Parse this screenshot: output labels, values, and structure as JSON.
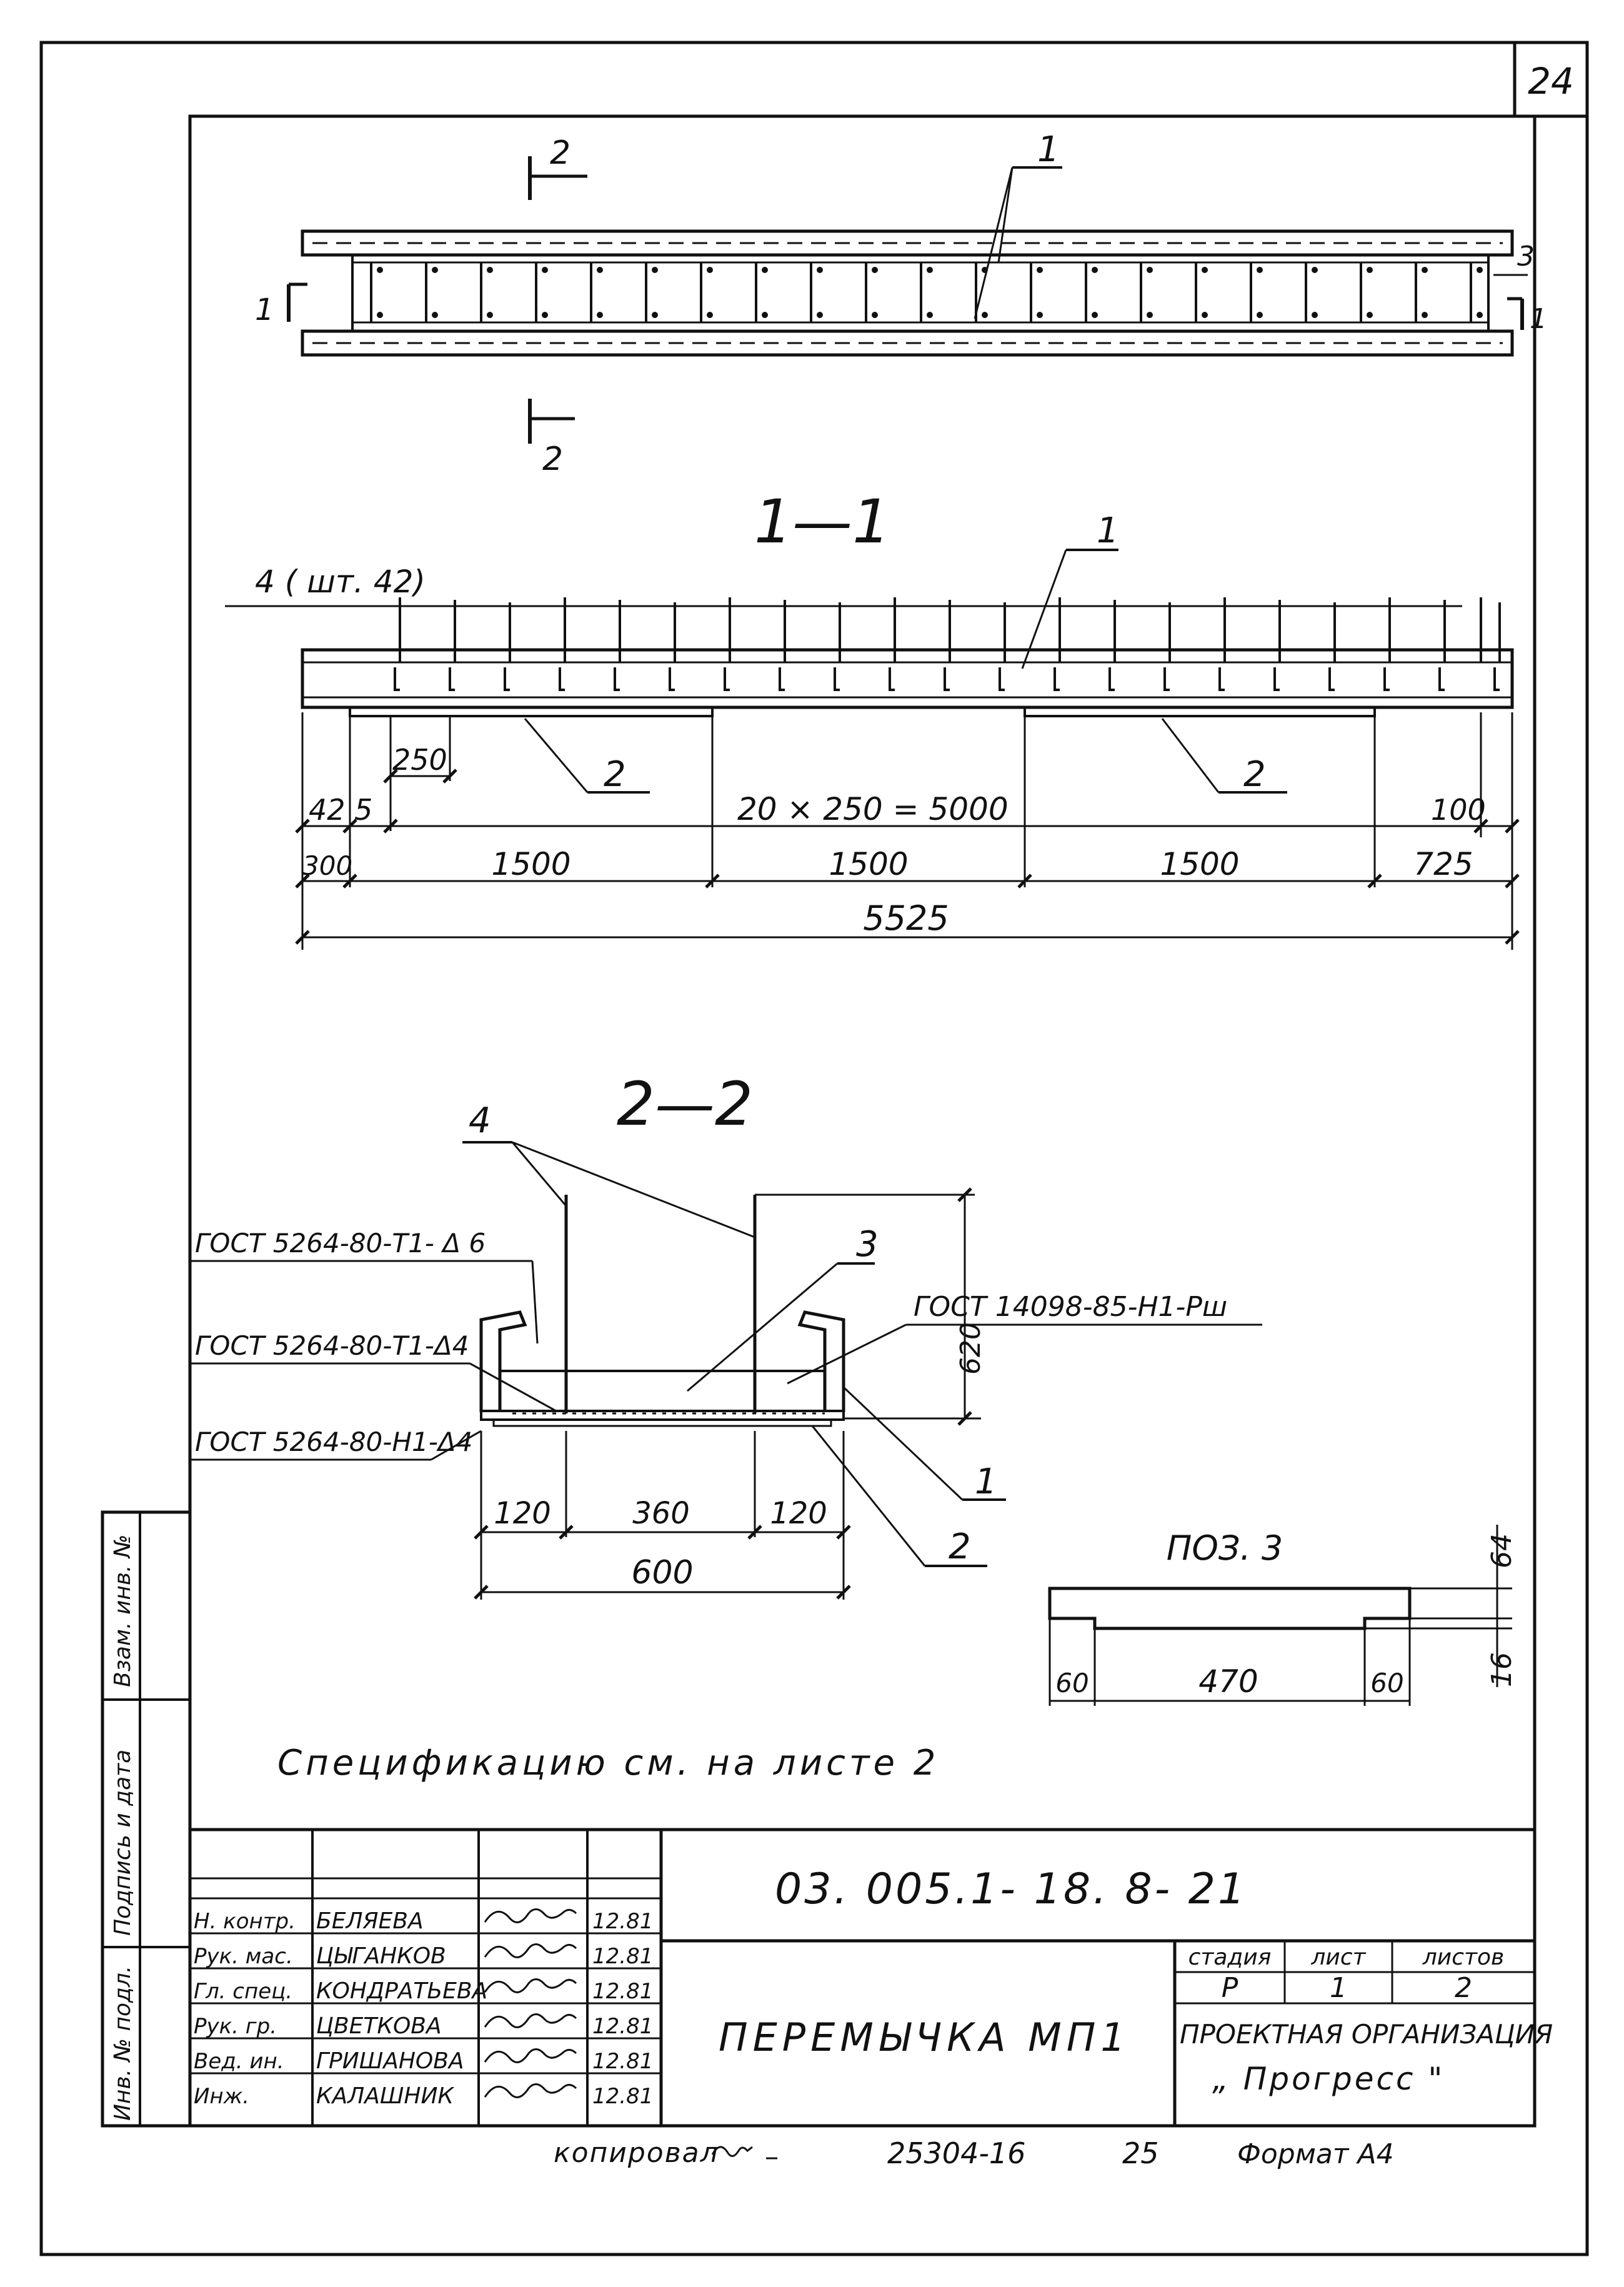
{
  "sheet_number": "24",
  "plan": {
    "callout_1": "1",
    "callout_3": "3",
    "section_mark_left": "1",
    "section_mark_right": "1",
    "section_mark_top": "2",
    "section_mark_bottom": "2"
  },
  "section_1_1": {
    "title": "1—1",
    "callout_4": "4 ( шт. 42)",
    "callout_1": "1",
    "callout_2_left": "2",
    "callout_2_right": "2",
    "dim_250": "250",
    "dim_425": "42 5",
    "dim_pitch": "20 × 250 = 5000",
    "dim_100": "100",
    "dim_300": "300",
    "dim_1500_a": "1500",
    "dim_1500_b": "1500",
    "dim_1500_c": "1500",
    "dim_725": "725",
    "dim_total": "5525"
  },
  "section_2_2": {
    "title": "2—2",
    "callout_4": "4",
    "callout_3": "3",
    "callout_1": "1",
    "callout_2": "2",
    "weld_1": "ГОСТ 5264-80-Т1- Δ 6",
    "weld_2": "ГОСТ 5264-80-Т1-Δ4",
    "weld_3": "ГОСТ 5264-80-Н1-Δ4",
    "weld_4": "ГОСТ 14098-85-Н1-Рш",
    "dim_620": "620",
    "dim_120_a": "120",
    "dim_360": "360",
    "dim_120_b": "120",
    "dim_600": "600"
  },
  "pos_3": {
    "title": "ПОЗ. 3",
    "dim_64": "64",
    "dim_16": "16",
    "dim_60_a": "60",
    "dim_470": "470",
    "dim_60_b": "60"
  },
  "spec_note": "Спецификацию см. на листе 2",
  "side_stamp": {
    "inv_no": "Инв. № подл.",
    "sign_date": "Подпись и дата",
    "vzam_inv": "Взам. инв. №"
  },
  "title_block": {
    "code": "03. 005.1- 18. 8- 21",
    "name": "ПЕРЕМЫЧКА МП1",
    "stage_label": "стадия",
    "sheet_label": "лист",
    "sheets_label": "листов",
    "stage": "Р",
    "sheet": "1",
    "sheets": "2",
    "org_line1": "ПРОЕКТНАЯ ОРГАНИЗАЦИЯ",
    "org_line2": "„ Прогресс \"",
    "rows": [
      {
        "role": "Н. контр.",
        "name": "БЕЛЯЕВА",
        "date": "12.81"
      },
      {
        "role": "Рук. мас.",
        "name": "ЦЫГАНКОВ",
        "date": "12.81"
      },
      {
        "role": "Гл. спец.",
        "name": "КОНДРАТЬЕВА",
        "date": "12.81"
      },
      {
        "role": "Рук. гр.",
        "name": "ЦВЕТКОВА",
        "date": "12.81"
      },
      {
        "role": "Вед. ин.",
        "name": "ГРИШАНОВА",
        "date": "12.81"
      },
      {
        "role": "Инж.",
        "name": "КАЛАШНИК",
        "date": "12.81"
      }
    ]
  },
  "footer": {
    "copied": "копировал",
    "order_no": "25304-16",
    "page": "25",
    "format": "Формат А4"
  }
}
